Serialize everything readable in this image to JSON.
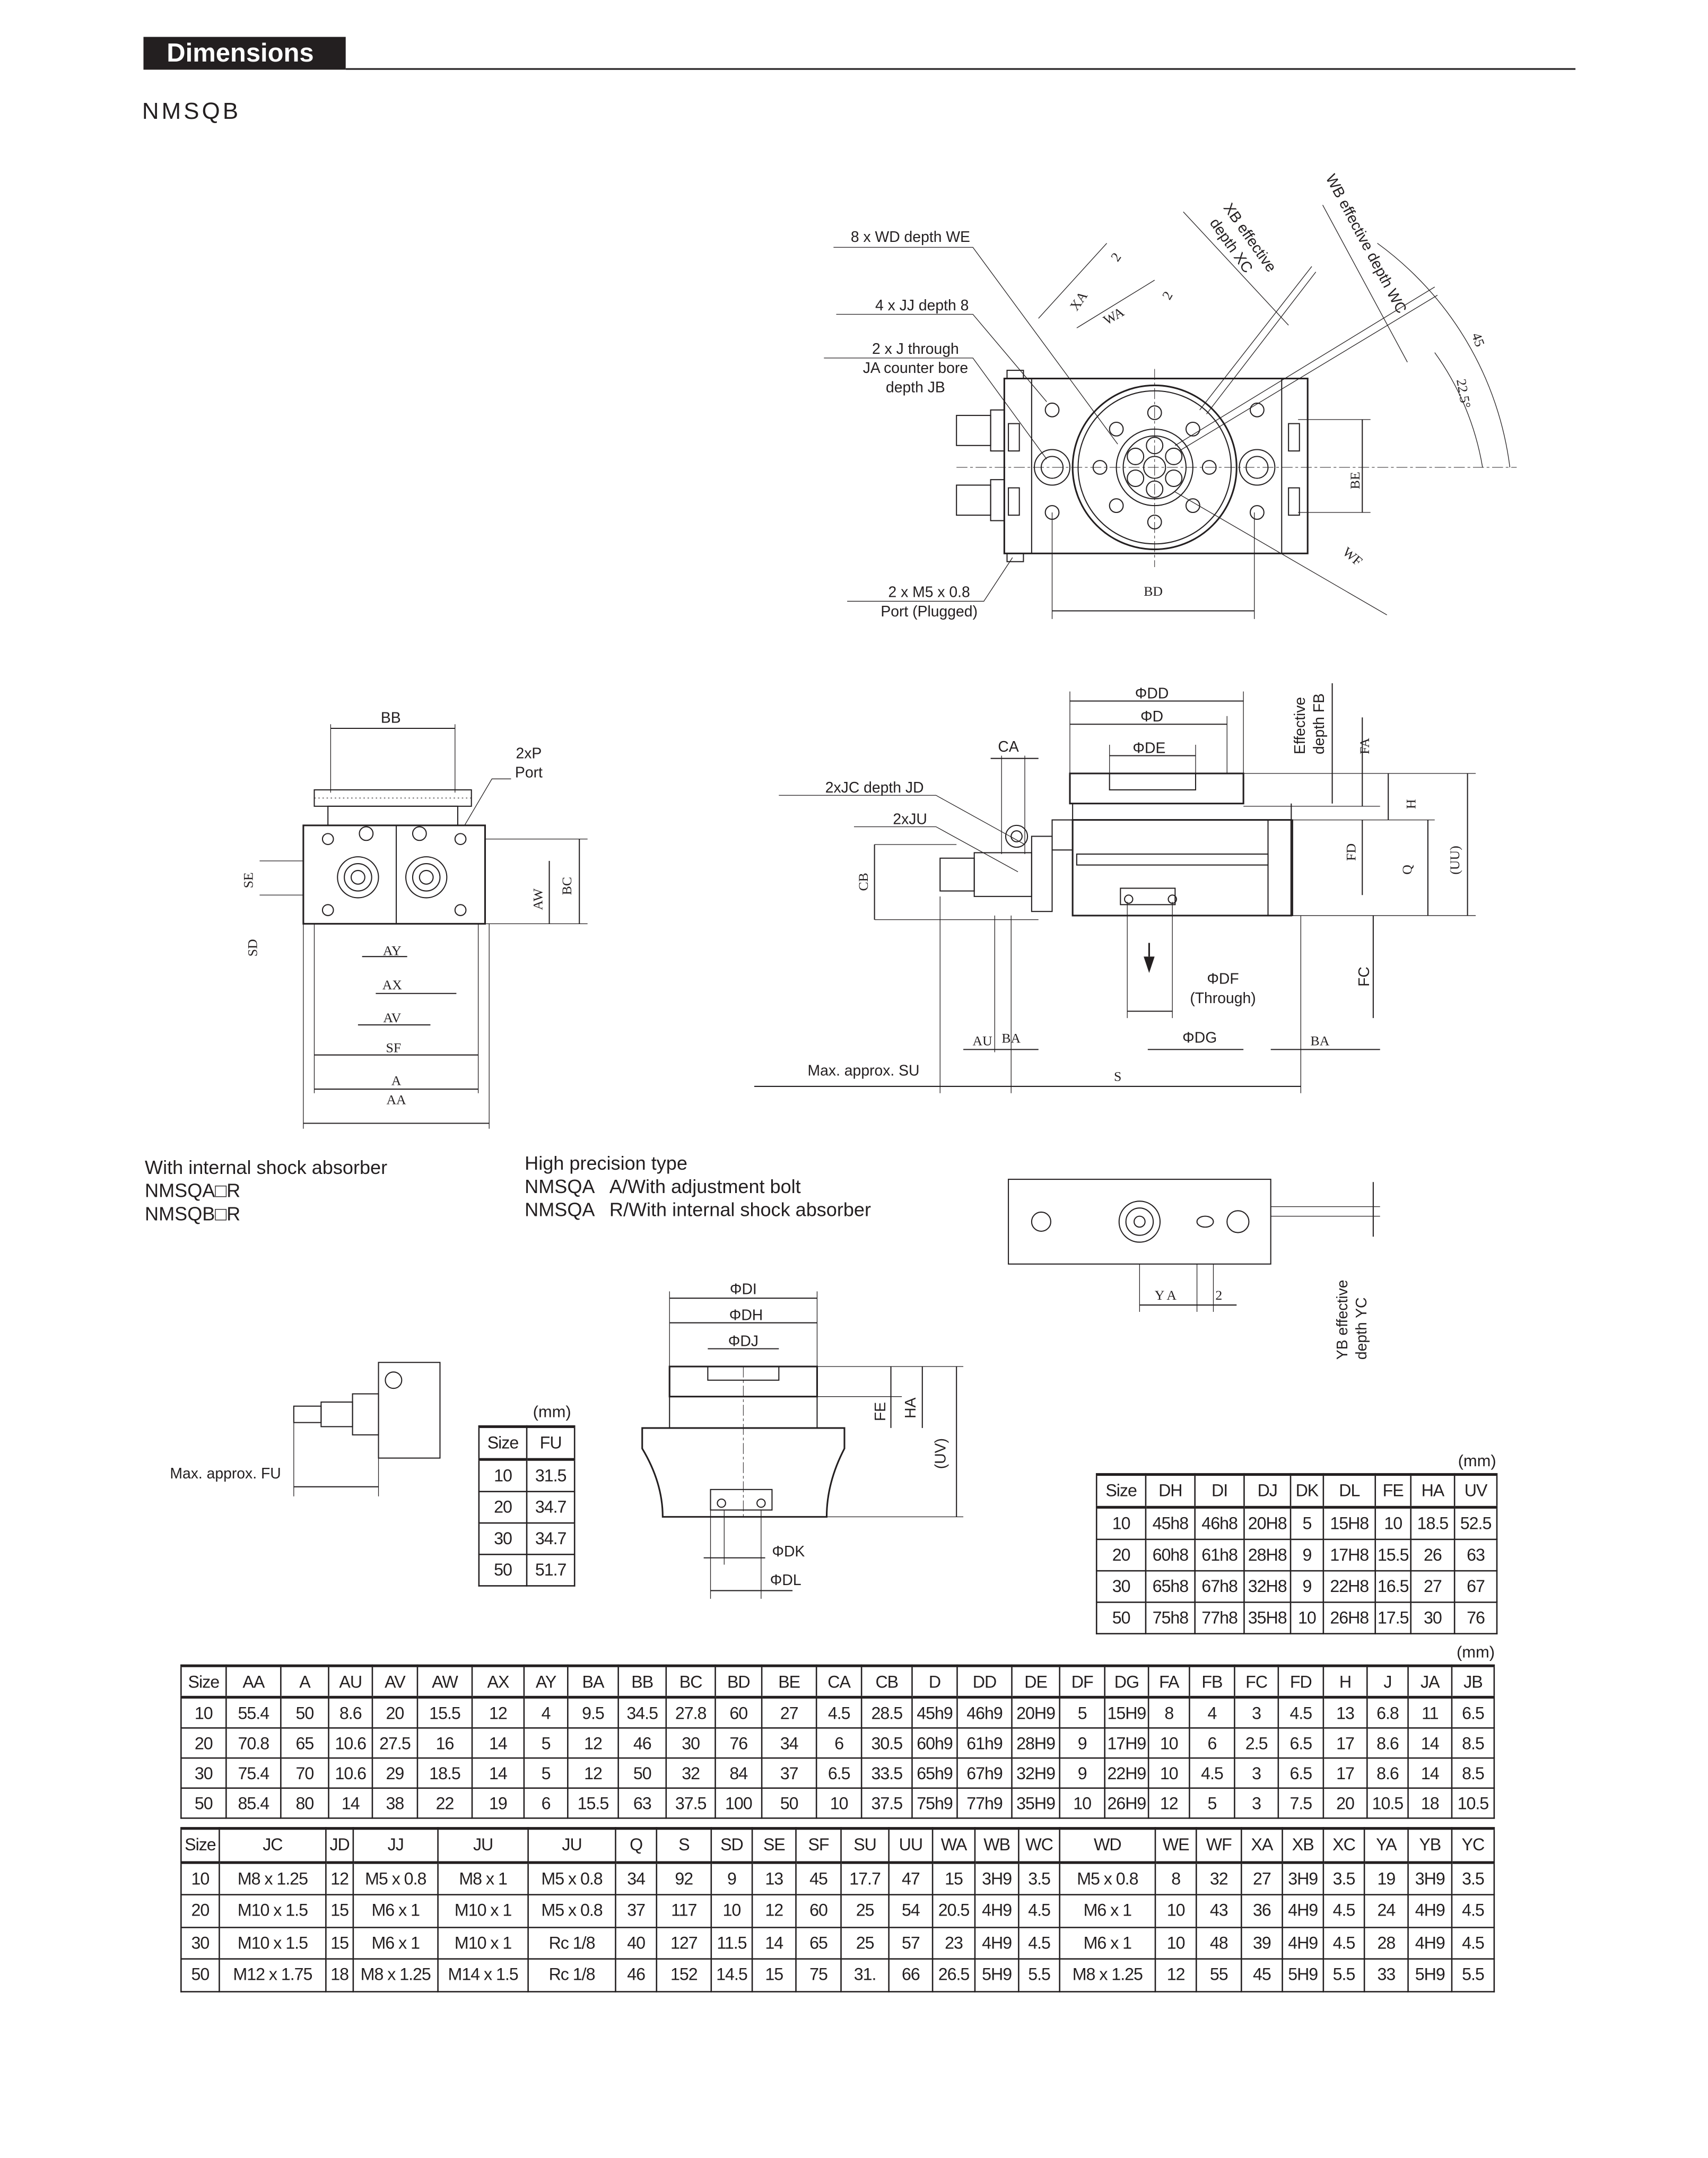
{
  "header": {
    "title": "Dimensions",
    "model": "NMSQB"
  },
  "top_view": {
    "wd_label": "8 x WD depth WE",
    "jj_label": "4 x JJ depth 8",
    "j_label_1": "2 x J through",
    "j_label_2": "JA counter bore",
    "j_label_3": "depth JB",
    "port_label_1": "2 x M5 x 0.8",
    "port_label_2": "Port (Plugged)",
    "xa": "XA",
    "wa": "WA",
    "two_a": "2",
    "two_b": "2",
    "xb_1": "XB effective",
    "xb_2": "depth XC",
    "wb": "WB effective depth WC",
    "angle_45": "45",
    "angle_22": "22.5°",
    "be": "BE",
    "bd": "BD",
    "wf": "WF"
  },
  "left_view": {
    "bb": "BB",
    "port_1": "2xP",
    "port_2": "Port",
    "se": "SE",
    "sd": "SD",
    "ay": "AY",
    "ax": "AX",
    "av": "AV",
    "sf": "SF",
    "a": "A",
    "aa": "AA",
    "aw": "AW",
    "bc": "BC"
  },
  "side_view": {
    "dd": "ΦDD",
    "d": "ΦD",
    "de": "ΦDE",
    "ca": "CA",
    "jc": "2xJC depth JD",
    "ju": "2xJU",
    "cb": "CB",
    "fb_1": "Effective",
    "fb_2": "depth FB",
    "fa": "FA",
    "h": "H",
    "fd": "FD",
    "q": "Q",
    "uu": "(UU)",
    "df_1": "ΦDF",
    "df_2": "(Through)",
    "dg": "ΦDG",
    "fc": "FC",
    "au": "AU",
    "ba_1": "BA",
    "ba_2": "BA",
    "su": "Max. approx. SU",
    "s": "S"
  },
  "notes": {
    "shock_title": "With internal shock absorber",
    "shock_a": "NMSQA□R",
    "shock_b": "NMSQB□R",
    "hp_title": "High precision type",
    "hp_a_model": "NMSQA",
    "hp_a_desc": "A/With adjustment bolt",
    "hp_r_model": "NMSQA",
    "hp_r_desc": "R/With internal shock absorber"
  },
  "yb_view": {
    "ya": "Y A",
    "two": "2",
    "yb_1": "YB effective",
    "yb_2": "depth YC"
  },
  "fu_view": {
    "fu": "Max. approx. FU"
  },
  "hp_view": {
    "di": "ΦDI",
    "dh": "ΦDH",
    "dj": "ΦDJ",
    "fe": "FE",
    "ha": "HA",
    "uv": "(UV)",
    "dk": "ΦDK",
    "dl": "ΦDL"
  },
  "fu_table": {
    "unit": "(mm)",
    "headers": [
      "Size",
      "FU"
    ],
    "rows": [
      [
        "10",
        "31.5"
      ],
      [
        "20",
        "34.7"
      ],
      [
        "30",
        "34.7"
      ],
      [
        "50",
        "51.7"
      ]
    ]
  },
  "hp_table": {
    "unit": "(mm)",
    "headers": [
      "Size",
      "DH",
      "DI",
      "DJ",
      "DK",
      "DL",
      "FE",
      "HA",
      "UV"
    ],
    "rows": [
      [
        "10",
        "45h8",
        "46h8",
        "20H8",
        "5",
        "15H8",
        "10",
        "18.5",
        "52.5"
      ],
      [
        "20",
        "60h8",
        "61h8",
        "28H8",
        "9",
        "17H8",
        "15.5",
        "26",
        "63"
      ],
      [
        "30",
        "65h8",
        "67h8",
        "32H8",
        "9",
        "22H8",
        "16.5",
        "27",
        "67"
      ],
      [
        "50",
        "75h8",
        "77h8",
        "35H8",
        "10",
        "26H8",
        "17.5",
        "30",
        "76"
      ]
    ]
  },
  "main_table_1": {
    "unit": "(mm)",
    "headers": [
      "Size",
      "AA",
      "A",
      "AU",
      "AV",
      "AW",
      "AX",
      "AY",
      "BA",
      "BB",
      "BC",
      "BD",
      "BE",
      "CA",
      "CB",
      "D",
      "DD",
      "DE",
      "DF",
      "DG",
      "FA",
      "FB",
      "FC",
      "FD",
      "H",
      "J",
      "JA",
      "JB"
    ],
    "rows": [
      [
        "10",
        "55.4",
        "50",
        "8.6",
        "20",
        "15.5",
        "12",
        "4",
        "9.5",
        "34.5",
        "27.8",
        "60",
        "27",
        "4.5",
        "28.5",
        "45h9",
        "46h9",
        "20H9",
        "5",
        "15H9",
        "8",
        "4",
        "3",
        "4.5",
        "13",
        "6.8",
        "11",
        "6.5"
      ],
      [
        "20",
        "70.8",
        "65",
        "10.6",
        "27.5",
        "16",
        "14",
        "5",
        "12",
        "46",
        "30",
        "76",
        "34",
        "6",
        "30.5",
        "60h9",
        "61h9",
        "28H9",
        "9",
        "17H9",
        "10",
        "6",
        "2.5",
        "6.5",
        "17",
        "8.6",
        "14",
        "8.5"
      ],
      [
        "30",
        "75.4",
        "70",
        "10.6",
        "29",
        "18.5",
        "14",
        "5",
        "12",
        "50",
        "32",
        "84",
        "37",
        "6.5",
        "33.5",
        "65h9",
        "67h9",
        "32H9",
        "9",
        "22H9",
        "10",
        "4.5",
        "3",
        "6.5",
        "17",
        "8.6",
        "14",
        "8.5"
      ],
      [
        "50",
        "85.4",
        "80",
        "14",
        "38",
        "22",
        "19",
        "6",
        "15.5",
        "63",
        "37.5",
        "100",
        "50",
        "10",
        "37.5",
        "75h9",
        "77h9",
        "35H9",
        "10",
        "26H9",
        "12",
        "5",
        "3",
        "7.5",
        "20",
        "10.5",
        "18",
        "10.5"
      ]
    ]
  },
  "main_table_2": {
    "headers": [
      "Size",
      "JC",
      "JD",
      "JJ",
      "JU",
      "JU",
      "Q",
      "S",
      "SD",
      "SE",
      "SF",
      "SU",
      "UU",
      "WA",
      "WB",
      "WC",
      "WD",
      "WE",
      "WF",
      "XA",
      "XB",
      "XC",
      "YA",
      "YB",
      "YC"
    ],
    "rows": [
      [
        "10",
        "M8 x 1.25",
        "12",
        "M5 x 0.8",
        "M8 x 1",
        "M5 x 0.8",
        "34",
        "92",
        "9",
        "13",
        "45",
        "17.7",
        "47",
        "15",
        "3H9",
        "3.5",
        "M5 x 0.8",
        "8",
        "32",
        "27",
        "3H9",
        "3.5",
        "19",
        "3H9",
        "3.5"
      ],
      [
        "20",
        "M10 x 1.5",
        "15",
        "M6 x 1",
        "M10 x 1",
        "M5 x 0.8",
        "37",
        "117",
        "10",
        "12",
        "60",
        "25",
        "54",
        "20.5",
        "4H9",
        "4.5",
        "M6 x 1",
        "10",
        "43",
        "36",
        "4H9",
        "4.5",
        "24",
        "4H9",
        "4.5"
      ],
      [
        "30",
        "M10 x 1.5",
        "15",
        "M6 x 1",
        "M10 x 1",
        "Rc 1/8",
        "40",
        "127",
        "11.5",
        "14",
        "65",
        "25",
        "57",
        "23",
        "4H9",
        "4.5",
        "M6 x 1",
        "10",
        "48",
        "39",
        "4H9",
        "4.5",
        "28",
        "4H9",
        "4.5"
      ],
      [
        "50",
        "M12 x 1.75",
        "18",
        "M8 x 1.25",
        "M14 x 1.5",
        "Rc 1/8",
        "46",
        "152",
        "14.5",
        "15",
        "75",
        "31.",
        "66",
        "26.5",
        "5H9",
        "5.5",
        "M8 x 1.25",
        "12",
        "55",
        "45",
        "5H9",
        "5.5",
        "33",
        "5H9",
        "5.5"
      ]
    ]
  }
}
